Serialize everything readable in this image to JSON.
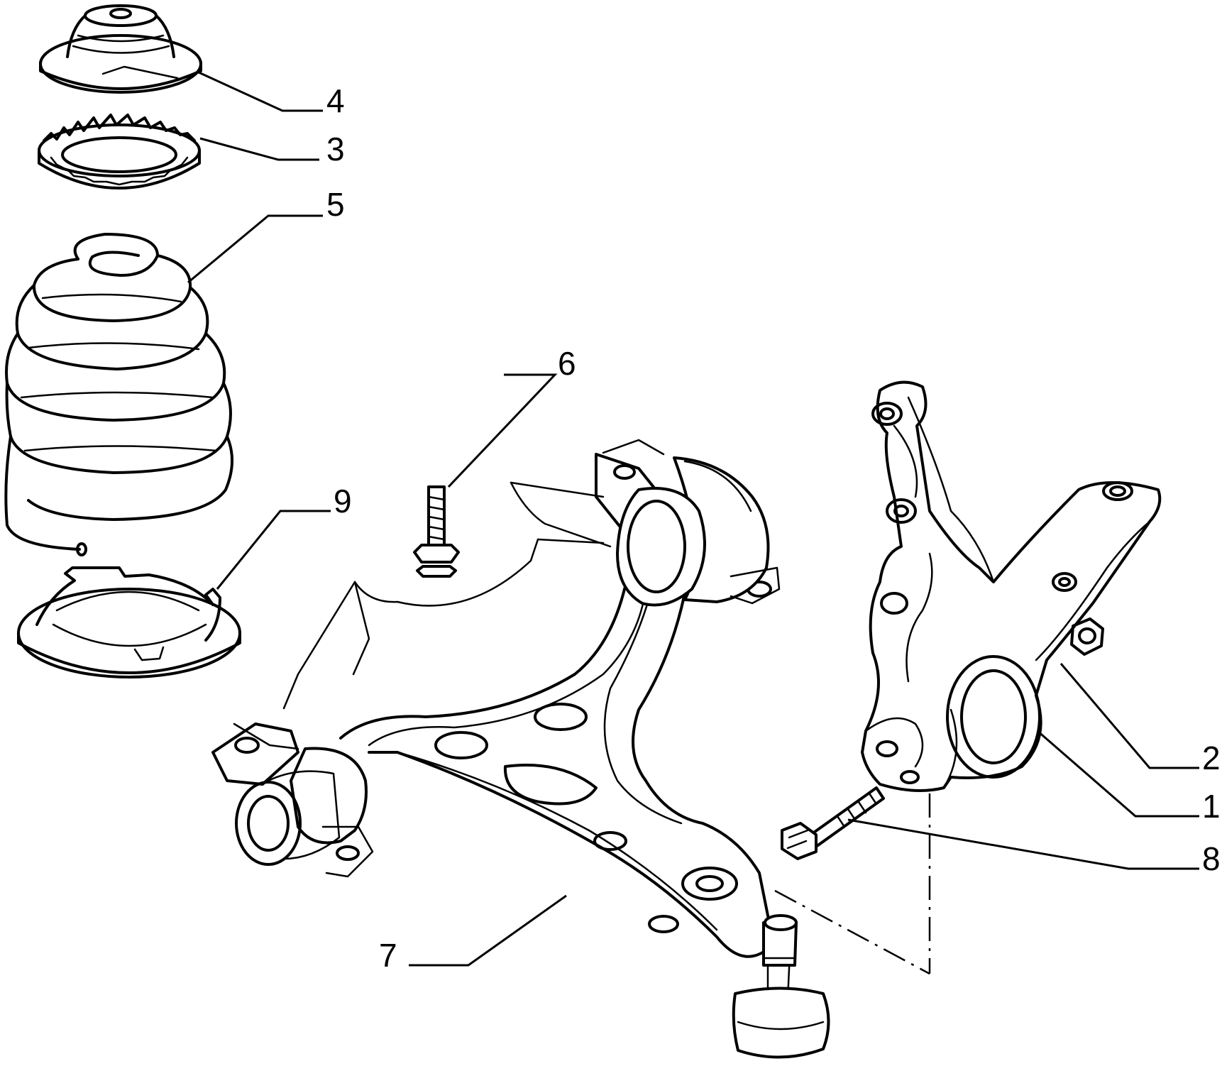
{
  "diagram": {
    "callouts": [
      {
        "id": "1",
        "label": "1"
      },
      {
        "id": "2",
        "label": "2"
      },
      {
        "id": "3",
        "label": "3"
      },
      {
        "id": "4",
        "label": "4"
      },
      {
        "id": "5",
        "label": "5"
      },
      {
        "id": "6",
        "label": "6"
      },
      {
        "id": "7",
        "label": "7"
      },
      {
        "id": "8",
        "label": "8"
      },
      {
        "id": "9",
        "label": "9"
      }
    ],
    "colors": {
      "line": "#000000",
      "background": "#ffffff"
    }
  }
}
